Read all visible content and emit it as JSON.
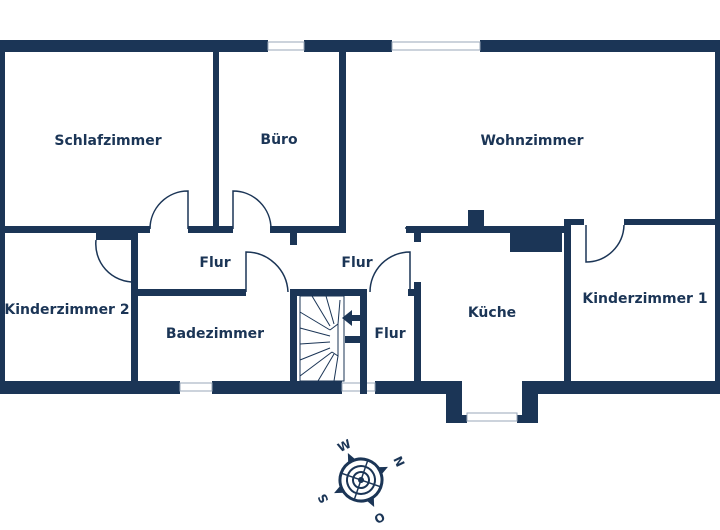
{
  "colors": {
    "wall": "#1b3556",
    "background": "#ffffff",
    "window_frame": "#9aa7b8"
  },
  "rooms": {
    "schlafzimmer": "Schlafzimmer",
    "buero": "Büro",
    "wohnzimmer": "Wohnzimmer",
    "flur_left": "Flur",
    "flur_center": "Flur",
    "flur_stairs": "Flur",
    "kinderzimmer_2": "Kinderzimmer 2",
    "badezimmer": "Badezimmer",
    "kueche": "Küche",
    "kinderzimmer_1": "Kinderzimmer 1"
  },
  "compass": {
    "west": "W",
    "north": "N",
    "south": "S",
    "east": "O",
    "icon": "compass-rose-icon"
  }
}
